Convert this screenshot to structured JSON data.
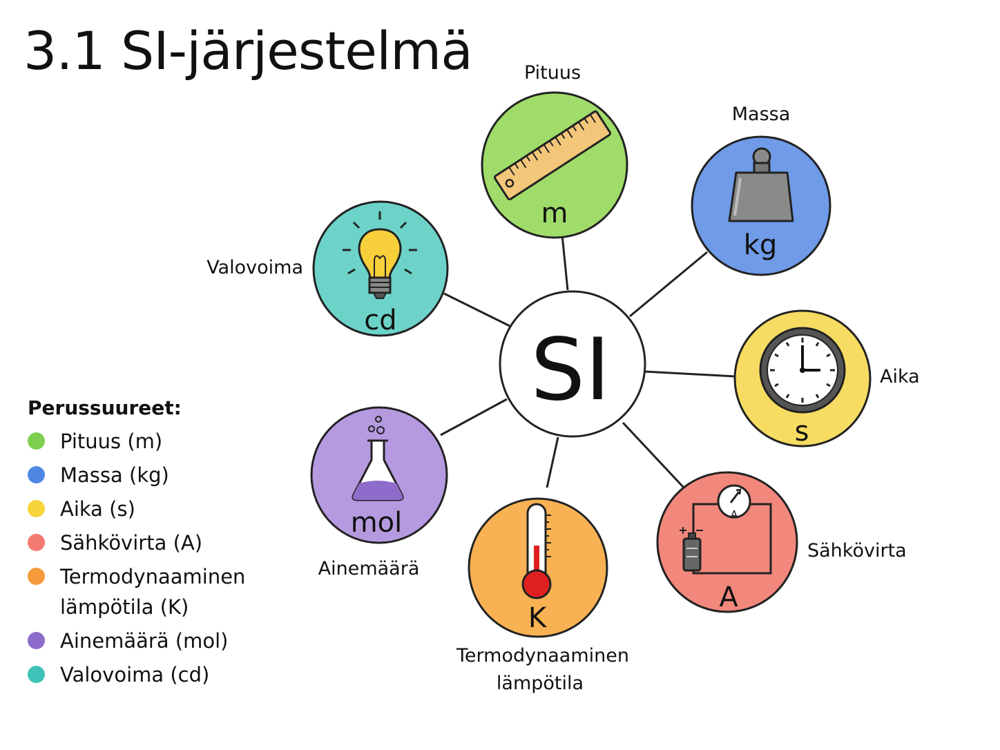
{
  "title": "3.1 SI-järjestelmä",
  "center": {
    "label": "SI"
  },
  "quantities": [
    {
      "key": "length",
      "name": "Pituus",
      "unit": "m",
      "color": "#9fdc6a",
      "icon": "ruler-icon"
    },
    {
      "key": "mass",
      "name": "Massa",
      "unit": "kg",
      "color": "#6f9be8",
      "icon": "weight-icon"
    },
    {
      "key": "time",
      "name": "Aika",
      "unit": "s",
      "color": "#f6dc62",
      "icon": "clock-icon"
    },
    {
      "key": "current",
      "name": "Sähkövirta",
      "unit": "A",
      "color": "#f2877c",
      "icon": "circuit-icon",
      "meter_label": "A"
    },
    {
      "key": "temperature",
      "name": "Termodynaaminen lämpötila",
      "name_lines": [
        "Termodynaaminen",
        "lämpötila"
      ],
      "unit": "K",
      "color": "#f8b253",
      "icon": "thermometer-icon"
    },
    {
      "key": "substance",
      "name": "Ainemäärä",
      "unit": "mol",
      "color": "#b69ae0",
      "icon": "flask-icon"
    },
    {
      "key": "luminous",
      "name": "Valovoima",
      "unit": "cd",
      "color": "#6dd3c9",
      "icon": "lightbulb-icon"
    }
  ],
  "legend": {
    "title": "Perussuureet:",
    "items": [
      {
        "text": "Pituus (m)",
        "color": "#7ccf4f"
      },
      {
        "text": "Massa (kg)",
        "color": "#4f86e4"
      },
      {
        "text": "Aika (s)",
        "color": "#f7d43a"
      },
      {
        "text": "Sähkövirta (A)",
        "color": "#f27a70"
      },
      {
        "text": "Termodynaaminen lämpötila (K)",
        "color": "#f59a3a"
      },
      {
        "text": "Ainemäärä (mol)",
        "color": "#8e6ccc"
      },
      {
        "text": "Valovoima (cd)",
        "color": "#3fc3b8"
      }
    ]
  }
}
